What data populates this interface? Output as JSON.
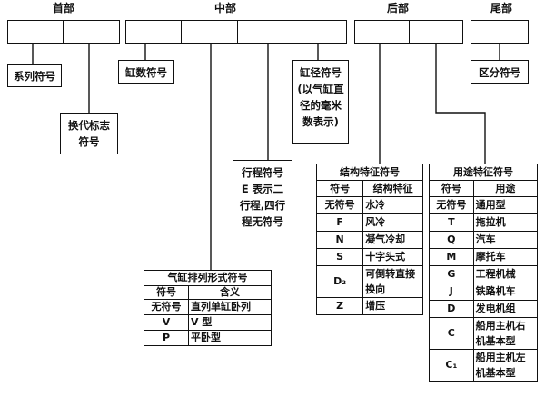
{
  "sections": {
    "head": "首部",
    "middle": "中部",
    "rear": "后部",
    "tail": "尾部"
  },
  "head_boxes": {
    "series_code": "系列符号",
    "replacement_code": [
      "换代标志",
      "符号"
    ]
  },
  "middle_boxes": {
    "cylinder_count_code": "缸数符号",
    "bore_code": [
      "缸径符号",
      "(以气缸直",
      "径的毫米",
      "数表示)"
    ],
    "stroke_code": [
      "行程符号",
      "E 表示二",
      "行程,四行",
      "程无符号"
    ]
  },
  "tail_boxes": {
    "distinction_code": "区分符号"
  },
  "cylinder_arrangement": {
    "title": "气缸排列形式符号",
    "headers": [
      "符号",
      "含义"
    ],
    "rows": [
      [
        "无符号",
        "直列单缸卧列"
      ],
      [
        "V",
        "V 型"
      ],
      [
        "P",
        "平卧型"
      ]
    ]
  },
  "structure_features": {
    "title": "结构特征符号",
    "headers": [
      "符号",
      "结构特征"
    ],
    "rows": [
      [
        "无符号",
        "水冷"
      ],
      [
        "F",
        "风冷"
      ],
      [
        "N",
        "凝气冷却"
      ],
      [
        "S",
        "十字头式"
      ],
      [
        "D₂",
        "可倒转直接换向"
      ],
      [
        "Z",
        "增压"
      ]
    ]
  },
  "usage_features": {
    "title": "用途特征符号",
    "headers": [
      "符号",
      "用途"
    ],
    "rows": [
      [
        "无符号",
        "通用型"
      ],
      [
        "T",
        "拖拉机"
      ],
      [
        "Q",
        "汽车"
      ],
      [
        "M",
        "摩托车"
      ],
      [
        "G",
        "工程机械"
      ],
      [
        "J",
        "铁路机车"
      ],
      [
        "D",
        "发电机组"
      ],
      [
        "C",
        "船用主机右机基本型"
      ],
      [
        "C₁",
        "船用主机左机基本型"
      ]
    ]
  }
}
